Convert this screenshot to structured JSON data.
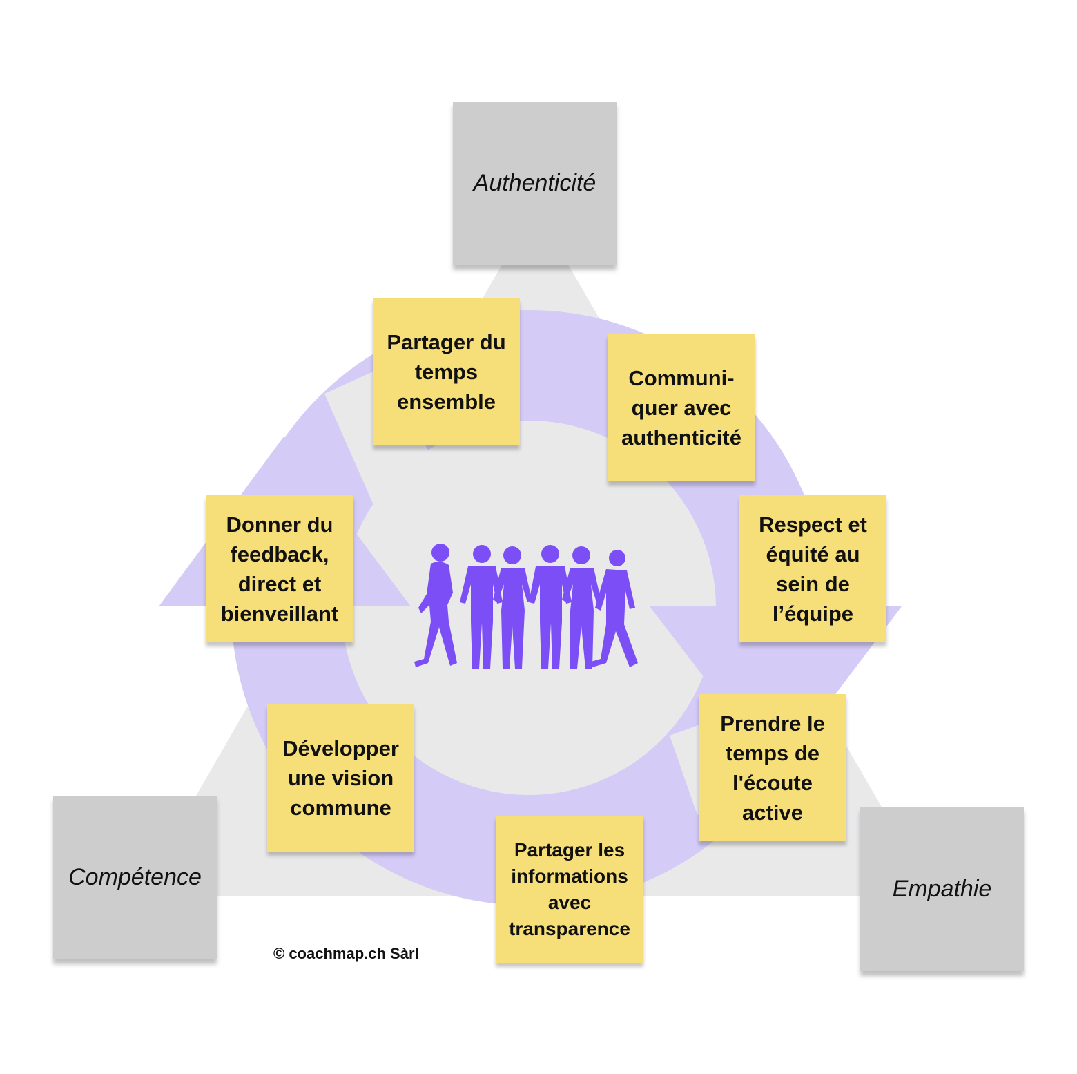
{
  "corners": {
    "top": "Authenticité",
    "left": "Compétence",
    "right": "Empathie"
  },
  "notes": {
    "n1": "Partager du temps ensemble",
    "n2": "Communi-quer avec authenticité",
    "n3": "Respect et équité au sein de l’équipe",
    "n4": "Prendre le temps de l'écoute active",
    "n5": "Partager les informations avec transparence",
    "n6": "Développer une vision commune",
    "n7": "Donner du feedback, direct et bienveillant"
  },
  "copyright": "© coachmap.ch Sàrl",
  "colors": {
    "triangle": "#e9e9ea",
    "cycle": "#d4cbf7",
    "sticky": "#f6df78",
    "corner_box": "#cdcdcd",
    "people": "#7b4ff5"
  },
  "icons": {
    "center": "people-group-icon"
  }
}
